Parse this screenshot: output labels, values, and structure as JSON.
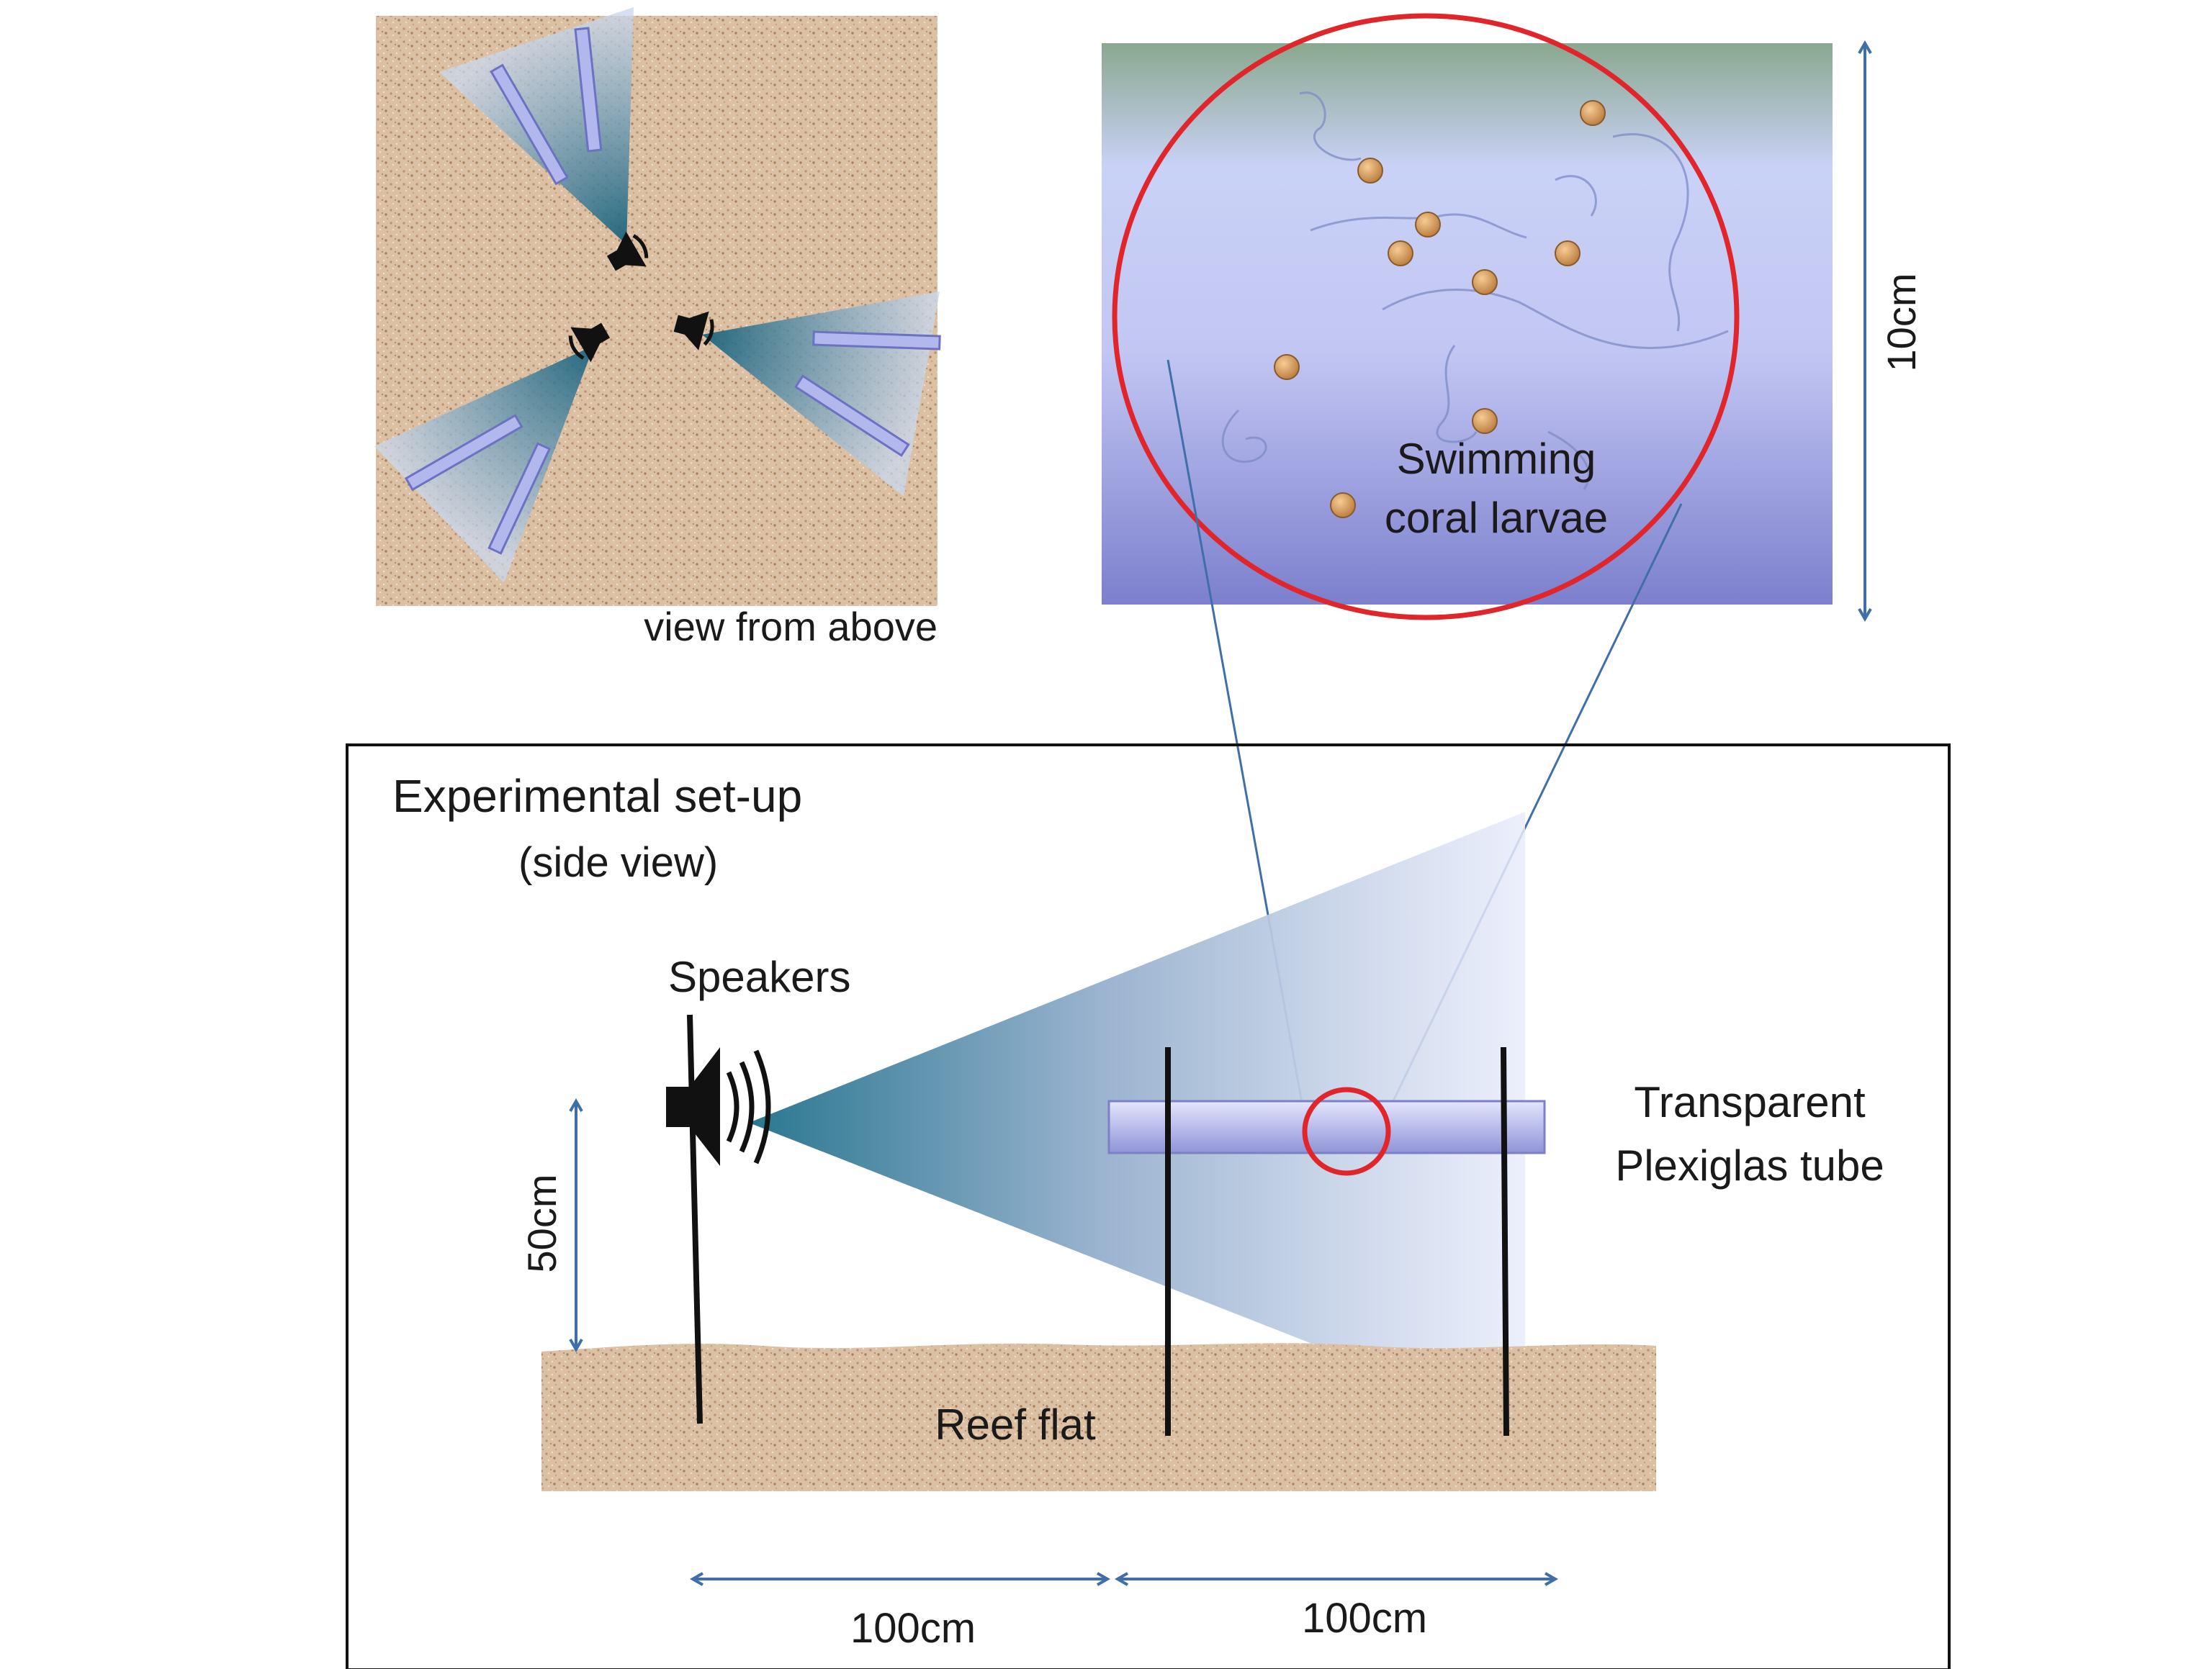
{
  "top_view": {
    "caption": "view from above"
  },
  "inset": {
    "larvae_label_line1": "Swimming",
    "larvae_label_line2": "coral larvae",
    "height_label": "10cm"
  },
  "setup": {
    "title": "Experimental set-up",
    "subtitle": "(side view)",
    "speakers_label": "Speakers",
    "tube_label_line1": "Transparent",
    "tube_label_line2": "Plexiglas tube",
    "ground_label": "Reef flat",
    "height_label": "50cm",
    "distance_label_1": "100cm",
    "distance_label_2": "100cm"
  },
  "colors": {
    "sand": "#d9b79a",
    "sound_cone": "#2f7f95",
    "tube": "#c9ccf2",
    "highlight_circle": "#e0262b",
    "dimension_arrow": "#3f6fa8",
    "larva": "#d99a58",
    "inset_water_top": "#8fae98",
    "inset_water_bottom": "#7f84d0"
  }
}
